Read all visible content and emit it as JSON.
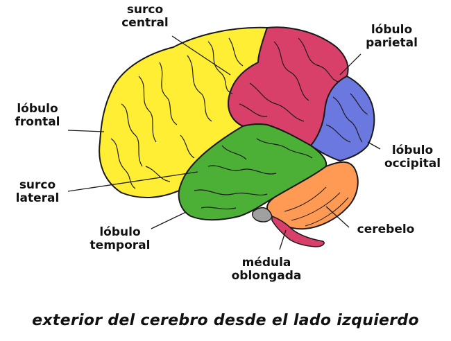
{
  "labels": {
    "surco_central": [
      "surco",
      "central"
    ],
    "lobulo_parietal": [
      "lóbulo",
      "parietal"
    ],
    "lobulo_frontal": [
      "lóbulo",
      "frontal"
    ],
    "lobulo_occipital": [
      "lóbulo",
      "occipital"
    ],
    "surco_lateral": [
      "surco",
      "lateral"
    ],
    "lobulo_temporal": [
      "lóbulo",
      "temporal"
    ],
    "cerebelo": "cerebelo",
    "medula_oblongada": [
      "médula",
      "oblongada"
    ]
  },
  "caption": "exterior del cerebro desde el lado izquierdo",
  "colors": {
    "frontal": "#ffee33",
    "parietal": "#d8406a",
    "occipital": "#6a78e0",
    "temporal": "#4caf36",
    "cerebellum": "#ff9a55",
    "medulla": "#d8406a",
    "pons": "#a0a0a0",
    "outline": "#1a1a1a"
  }
}
